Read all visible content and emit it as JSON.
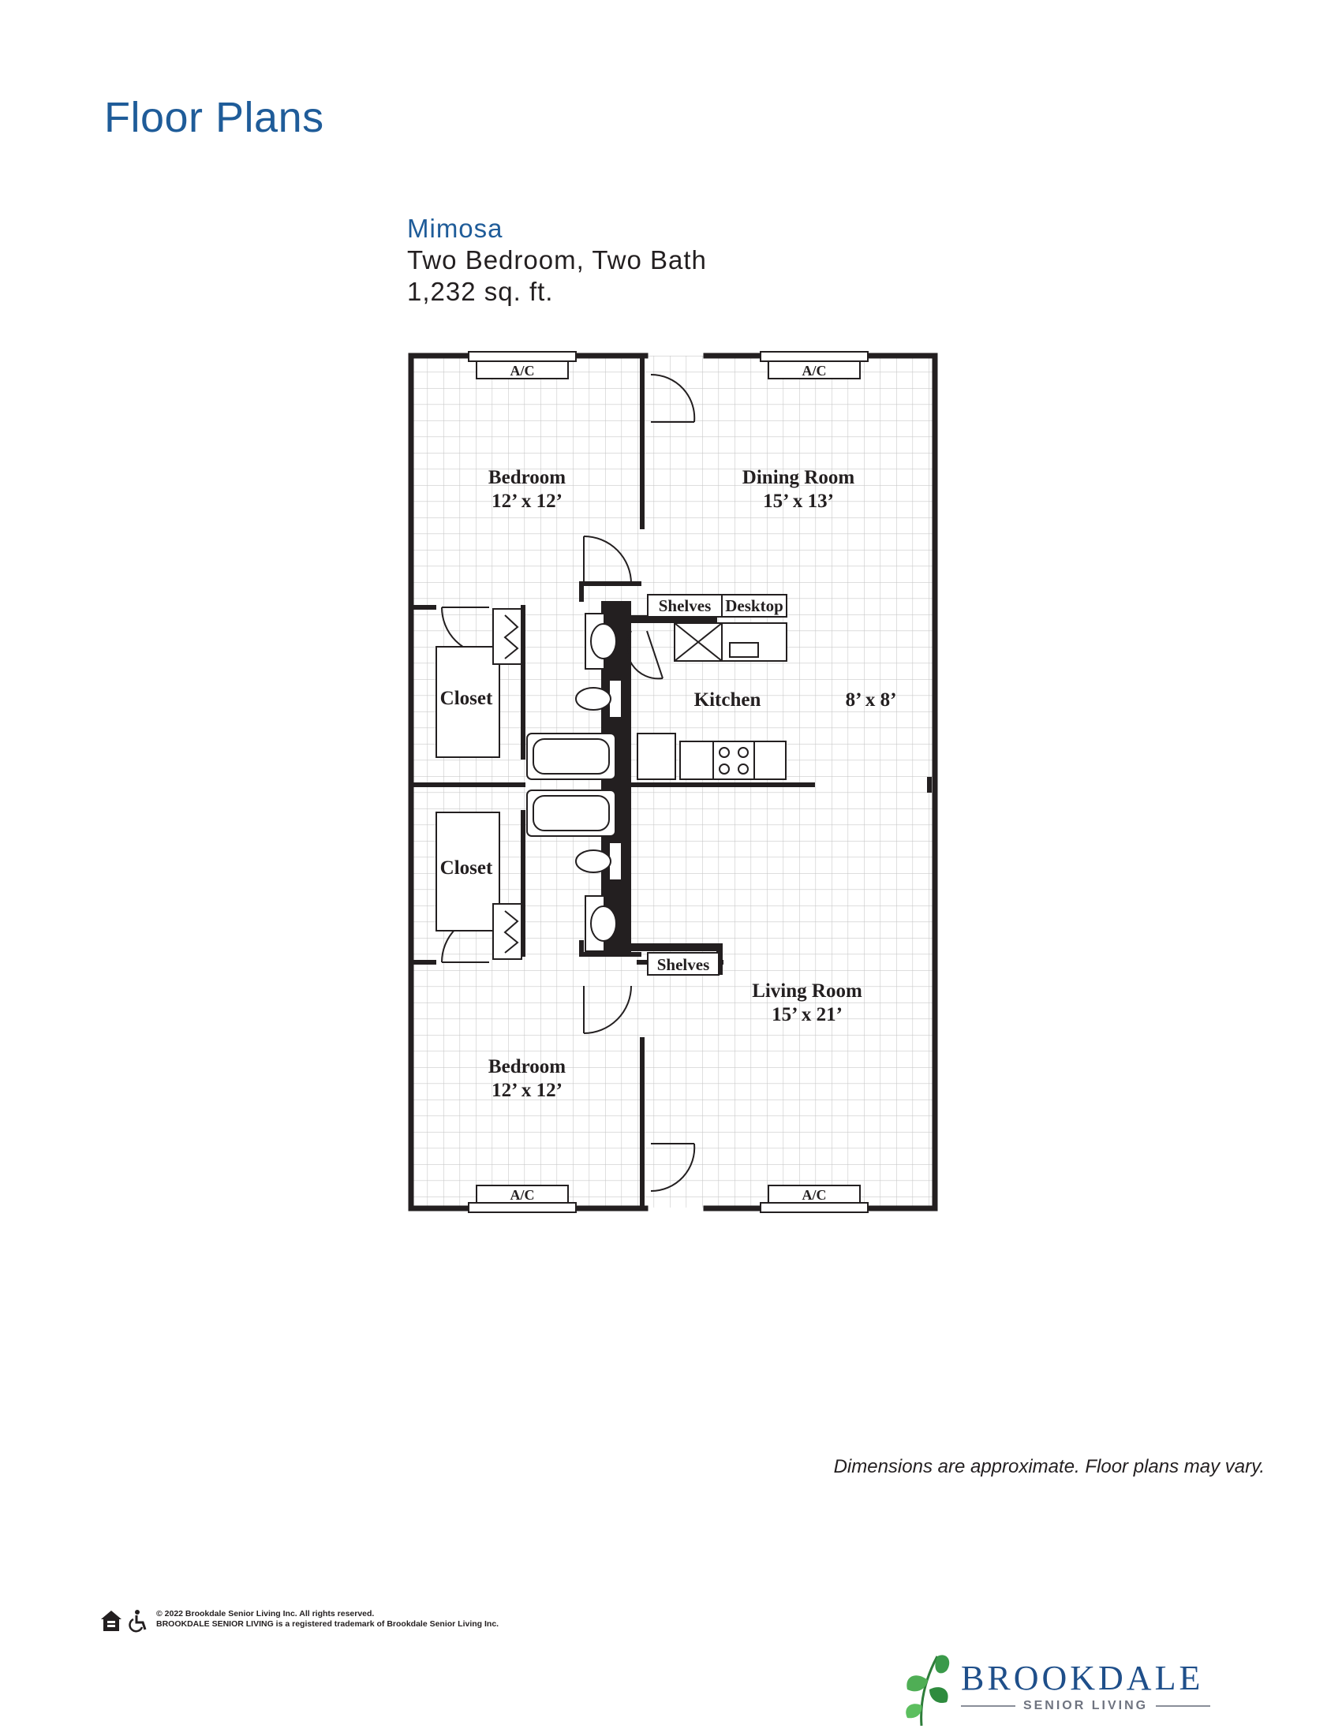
{
  "page": {
    "title": "Floor Plans"
  },
  "plan": {
    "name": "Mimosa",
    "layout": "Two Bedroom, Two Bath",
    "area": "1,232 sq. ft."
  },
  "rooms": {
    "bedroom_top": {
      "name": "Bedroom",
      "size": "12’ x 12’"
    },
    "dining": {
      "name": "Dining Room",
      "size": "15’ x 13’"
    },
    "closet_top": {
      "name": "Closet"
    },
    "kitchen": {
      "name": "Kitchen",
      "size": "8’ x 8’"
    },
    "closet_bottom": {
      "name": "Closet"
    },
    "living": {
      "name": "Living Room",
      "size": "15’ x 21’"
    },
    "bedroom_bottom": {
      "name": "Bedroom",
      "size": "12’ x 12’"
    }
  },
  "fixtures": {
    "ac": "A/C",
    "shelves": "Shelves",
    "desktop": "Desktop"
  },
  "footer": {
    "disclaimer": "Dimensions are approximate. Floor plans may vary.",
    "copyright": "© 2022 Brookdale Senior Living Inc. All rights reserved.",
    "trademark": "BROOKDALE SENIOR LIVING is a registered trademark of Brookdale Senior Living Inc."
  },
  "brand": {
    "name": "BROOKDALE",
    "tagline": "SENIOR LIVING",
    "primary_color": "#1f5c99",
    "leaf_color": "#3a9a4a"
  }
}
